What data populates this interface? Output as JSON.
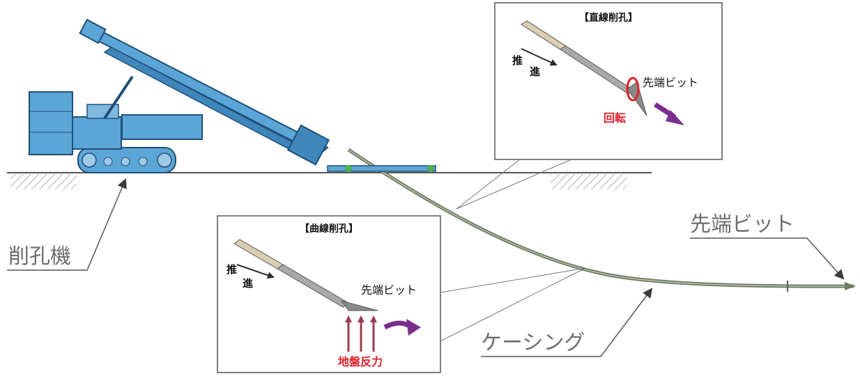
{
  "labels": {
    "machine": "削孔機",
    "bit_main": "先端ビット",
    "casing": "ケーシング"
  },
  "straight_box": {
    "title": "【直線削孔】",
    "push": [
      "推",
      "進"
    ],
    "bit": "先端ビット",
    "rotation": "回転"
  },
  "curved_box": {
    "title": "【曲線削孔】",
    "push": [
      "推",
      "進"
    ],
    "bit": "先端ビット",
    "reaction": "地盤反力"
  },
  "colors": {
    "machine_blue": "#5ba6d6",
    "machine_dark": "#1f4f78",
    "red": "#e0202a",
    "purple": "#7a2f8f",
    "reaction_arrow": "#9b3b52",
    "rod_tan": "#d9ceb0",
    "bit_gray": "#a9a9a9"
  }
}
